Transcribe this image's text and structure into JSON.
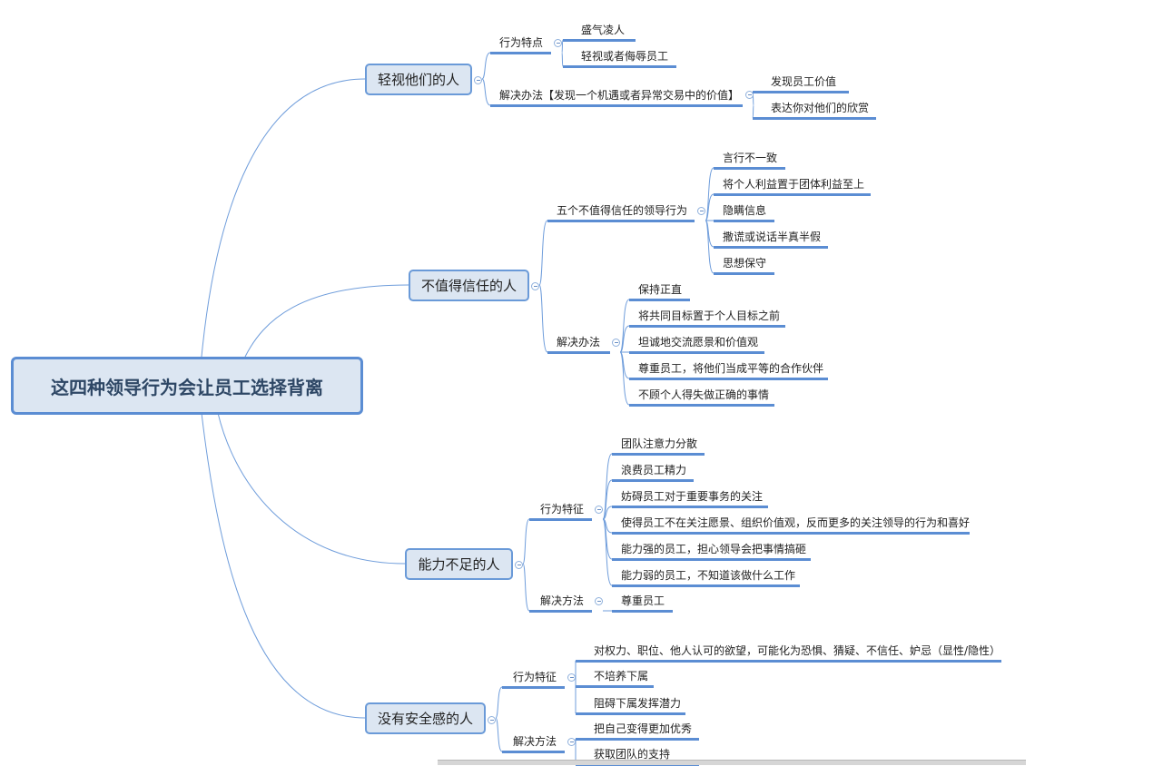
{
  "title": "这四种领导行为会让员工选择背离",
  "branches": [
    {
      "label": "轻视他们的人",
      "groups": [
        {
          "label": "行为特点",
          "items": [
            "盛气凌人",
            "轻视或者侮辱员工"
          ]
        },
        {
          "label": "解决办法【发现一个机遇或者异常交易中的价值】",
          "items": [
            "发现员工价值",
            "表达你对他们的欣赏"
          ]
        }
      ]
    },
    {
      "label": "不值得信任的人",
      "groups": [
        {
          "label": "五个不值得信任的领导行为",
          "items": [
            "言行不一致",
            "将个人利益置于团体利益至上",
            "隐瞒信息",
            "撒谎或说话半真半假",
            "思想保守"
          ]
        },
        {
          "label": "解决办法",
          "items": [
            "保持正直",
            "将共同目标置于个人目标之前",
            "坦诚地交流愿景和价值观",
            "尊重员工，将他们当成平等的合作伙伴",
            "不顾个人得失做正确的事情"
          ]
        }
      ]
    },
    {
      "label": "能力不足的人",
      "groups": [
        {
          "label": "行为特征",
          "items": [
            "团队注意力分散",
            "浪费员工精力",
            "妨碍员工对于重要事务的关注",
            "使得员工不在关注愿景、组织价值观，反而更多的关注领导的行为和喜好",
            "能力强的员工，担心领导会把事情搞砸",
            "能力弱的员工，不知道该做什么工作"
          ]
        },
        {
          "label": "解决方法",
          "items": [
            "尊重员工"
          ]
        }
      ]
    },
    {
      "label": "没有安全感的人",
      "groups": [
        {
          "label": "行为特征",
          "items": [
            "对权力、职位、他人认可的欲望，可能化为恐惧、猜疑、不信任、妒忌（显性/隐性）",
            "不培养下属",
            "阻碍下属发挥潜力"
          ]
        },
        {
          "label": "解决方法",
          "items": [
            "把自己变得更加优秀",
            "获取团队的支持"
          ]
        }
      ]
    }
  ]
}
